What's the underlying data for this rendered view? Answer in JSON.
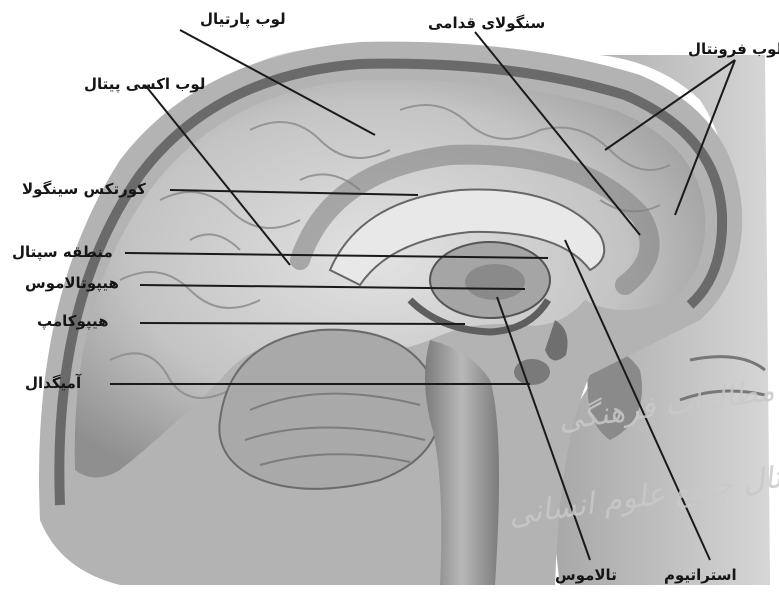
{
  "figure": {
    "watermark_text": "پژوهشگاه علوم انسانی و مطالعات فرهنگی",
    "watermark_text_2": "پرتال جامع علوم انسانی"
  },
  "labels": {
    "parietal_lobe": "لوب پارتیال",
    "anterior_cingulate": "سنگولای قدامی",
    "frontal_lobe": "لوب فرونتال",
    "occipital_lobe": "لوب اکسی پیتال",
    "cingulate_cortex": "کورتکس سینگولا",
    "septal_area": "منطقه سپتال",
    "hypothalamus": "هیپوتالاموس",
    "hippocampus": "هیپوکامپ",
    "amygdala": "آمیگدال",
    "thalamus": "تالاموس",
    "striatum": "استراتیوم"
  },
  "colors": {
    "background": "#ffffff",
    "tissue_light": "#d8d8d8",
    "tissue_mid": "#9c9c9c",
    "tissue_dark": "#555555",
    "label_text": "#151515",
    "leader_line": "#1a1a1a",
    "watermark": "#c9c9c9"
  }
}
